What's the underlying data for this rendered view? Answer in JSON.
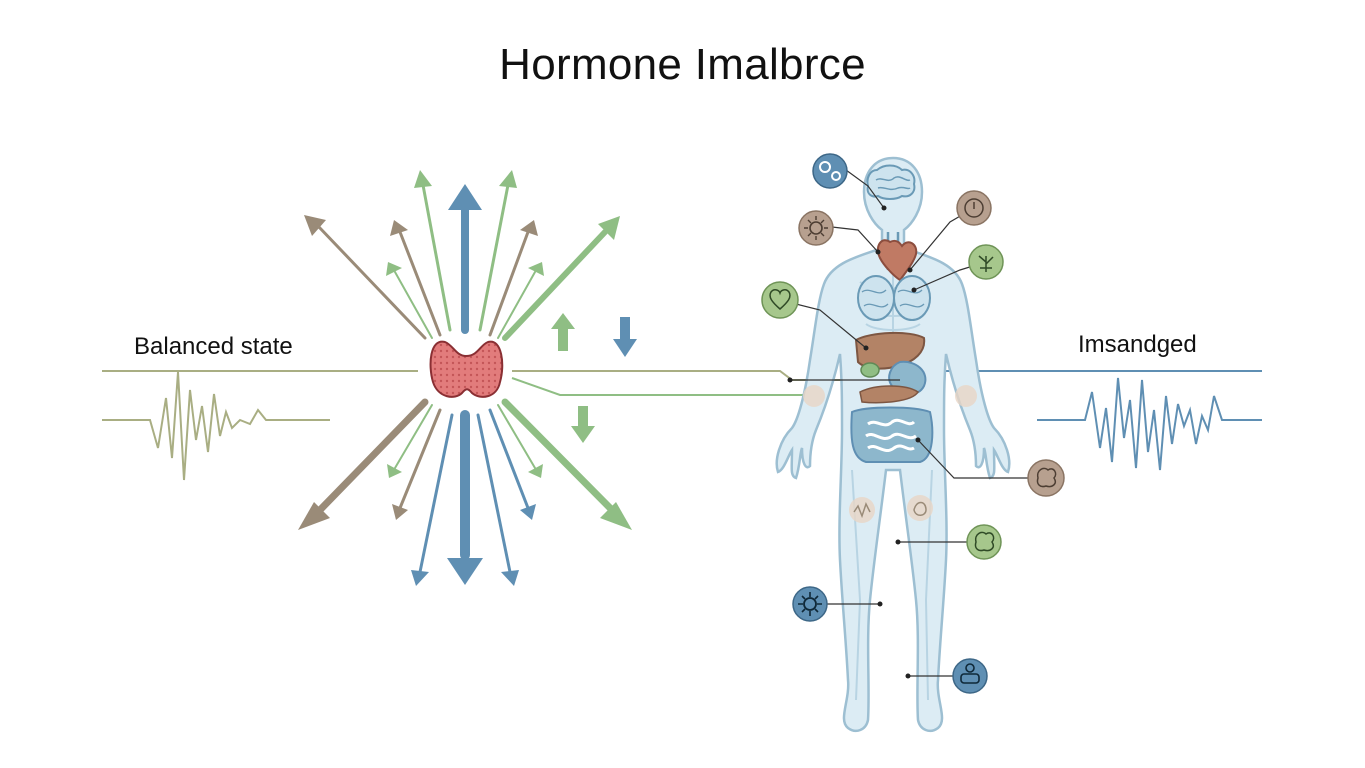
{
  "title": "Hormone Imalbrce",
  "labels": {
    "left": "Balanced state",
    "right": "Imsandged"
  },
  "colors": {
    "olive": "#a9ae83",
    "green": "#8fbe84",
    "blue": "#5f8fb3",
    "brown": "#9a8b78",
    "thyroid": "#d8686a",
    "body_fill": "#dcecf4",
    "body_outline": "#9dbfd2",
    "organ_brown": "#b38366",
    "organ_blue": "#8db7cc"
  },
  "icons": [
    "gears-icon",
    "brain-icon",
    "sun-icon",
    "clock-icon",
    "plant-icon",
    "heart-icon",
    "brain-icon",
    "brain-icon",
    "virus-icon",
    "robot-icon"
  ]
}
